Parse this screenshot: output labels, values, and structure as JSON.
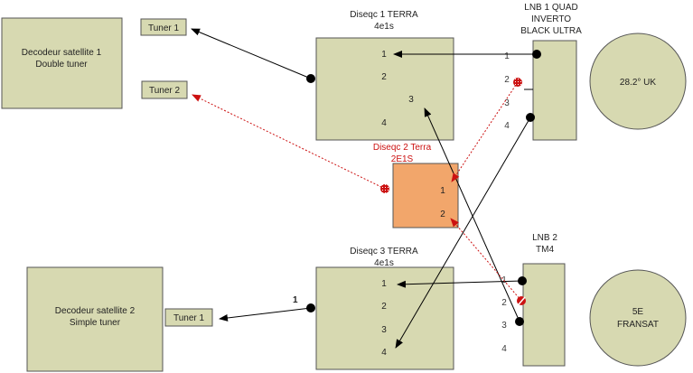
{
  "colors": {
    "box_fill": "#d7d9b1",
    "box_stroke": "#555555",
    "orange_fill": "#f2a66b",
    "red": "#cc1111"
  },
  "decoder1": {
    "line1": "Decodeur satellite 1",
    "line2": "Double tuner"
  },
  "decoder2": {
    "line1": "Decodeur satellite 2",
    "line2": "Simple tuner"
  },
  "tuners": {
    "d1_t1": "Tuner 1",
    "d1_t2": "Tuner 2",
    "d2_t1": "Tuner 1"
  },
  "diseqc1": {
    "title1": "Diseqc 1 TERRA",
    "title2": "4e1s",
    "ports": [
      "1",
      "2",
      "3",
      "4"
    ]
  },
  "diseqc2": {
    "title1": "Diseqc 2 Terra",
    "title2": "2E1S",
    "ports": [
      "1",
      "2"
    ]
  },
  "diseqc3": {
    "title1": "Diseqc 3 TERRA",
    "title2": "4e1s",
    "ports": [
      "1",
      "2",
      "3",
      "4"
    ]
  },
  "lnb1": {
    "title1": "LNB 1 QUAD",
    "title2": "INVERTO",
    "title3": "BLACK ULTRA",
    "ports": [
      "1",
      "2",
      "3",
      "4"
    ]
  },
  "lnb2": {
    "title1": "LNB 2",
    "title2": "TM4",
    "ports": [
      "1",
      "2",
      "3",
      "4"
    ]
  },
  "sat1": {
    "label": "28.2° UK"
  },
  "sat2": {
    "line1": "5E",
    "line2": "FRANSAT"
  },
  "link_label": "1"
}
